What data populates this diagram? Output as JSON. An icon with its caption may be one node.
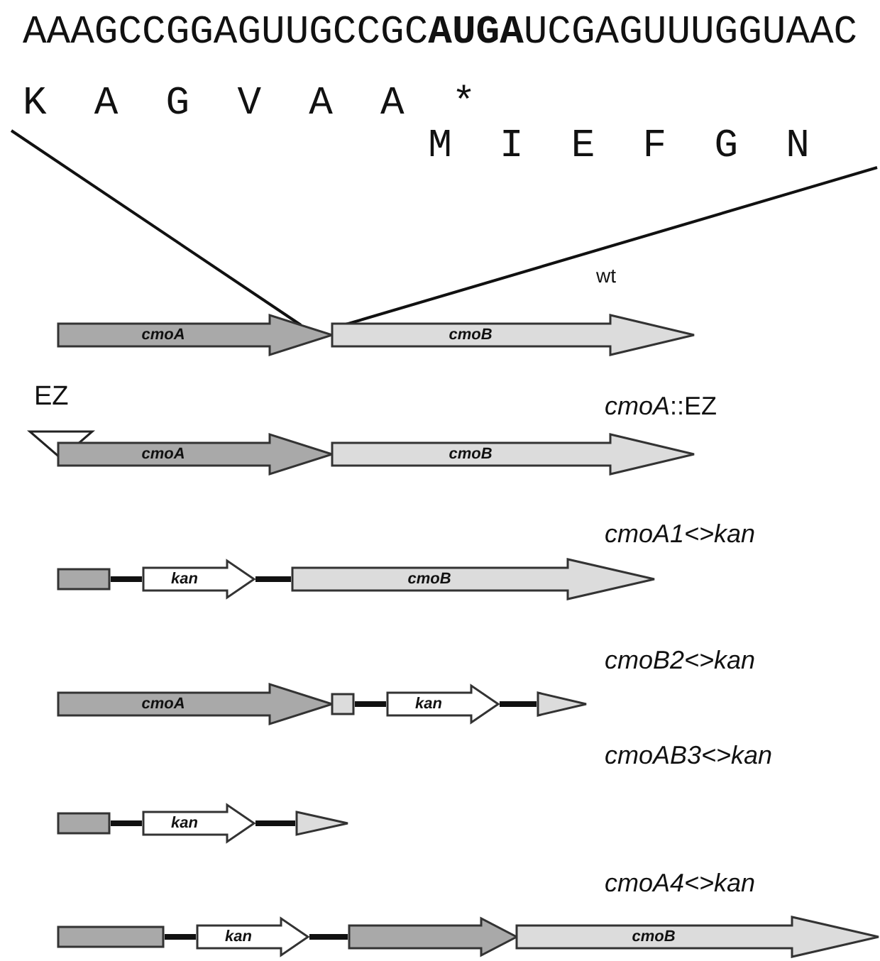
{
  "diagram": {
    "nodes": [
      {
        "text": [
          "cmoA"
        ]
      },
      {
        "text": [
          "cmoB"
        ]
      },
      {
        "text": [
          "EZ"
        ]
      },
      {
        "text": [
          "cmoA"
        ]
      },
      {
        "text": [
          "cmoB"
        ]
      },
      {
        "text": [],
        "shape": "box"
      },
      {
        "text": [
          "kan"
        ]
      },
      {
        "text": [
          "cmoB"
        ]
      },
      {
        "text": [
          "cmoA"
        ]
      },
      {
        "text": [],
        "shape": "box"
      },
      {
        "text": [
          "kan"
        ]
      },
      {
        "text": [],
        "shape": "arrow"
      },
      {
        "text": [],
        "shape": "box"
      },
      {
        "text": [
          "kan"
        ]
      },
      {
        "text": [],
        "shape": "arrow"
      },
      {
        "text": [],
        "shape": "box"
      },
      {
        "text": [
          "kan"
        ]
      },
      {
        "text": [],
        "shape": "arrow"
      },
      {
        "text": [
          "cmoB"
        ]
      }
    ],
    "edges": [
      {
        "from": 5,
        "to": 6,
        "arrow": "none"
      },
      {
        "from": 6,
        "to": 7,
        "arrow": "none"
      },
      {
        "from": 9,
        "to": 10,
        "arrow": "none"
      },
      {
        "from": 10,
        "to": 11,
        "arrow": "none"
      },
      {
        "from": 12,
        "to": 13,
        "arrow": "none"
      },
      {
        "from": 13,
        "to": 14,
        "arrow": "none"
      },
      {
        "from": 15,
        "to": 16,
        "arrow": "none"
      },
      {
        "from": 16,
        "to": 17,
        "arrow": "none"
      }
    ],
    "labels": [
      "AAAGCCGGAGUUGCCGC**AUGA**UCGAGUUUGGUAAC",
      "K A G V A A *",
      "M I E F G N",
      "wt",
      "*cmoA*::EZ",
      "cmoA1<>kan",
      "cmoB2<>kan",
      "cmoAB3<>kan",
      "cmoA4<>kan"
    ]
  }
}
